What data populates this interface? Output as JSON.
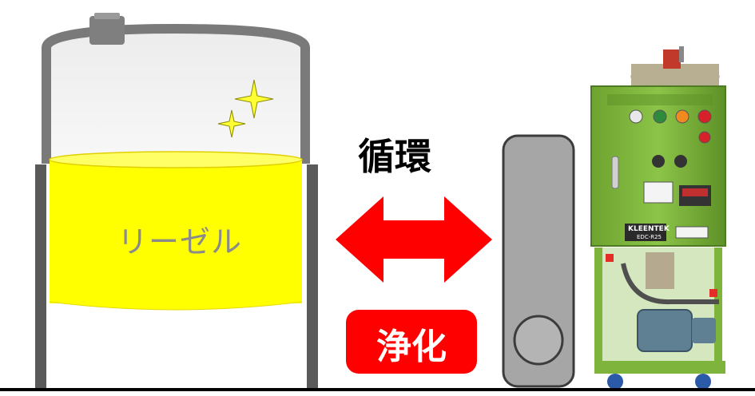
{
  "tank": {
    "label": "リーゼル",
    "liquid_color": "#ffff00"
  },
  "cycle": {
    "label": "循環",
    "arrow_color": "#ff0000",
    "direction": "bidirectional"
  },
  "purify": {
    "label": "浄化",
    "badge_color": "#ff0000"
  },
  "machine": {
    "brand": "KLEENTEK",
    "model": "EDC-R25",
    "body_color": "#7fb43c"
  },
  "filter": {
    "color": "#9e9e9e"
  }
}
